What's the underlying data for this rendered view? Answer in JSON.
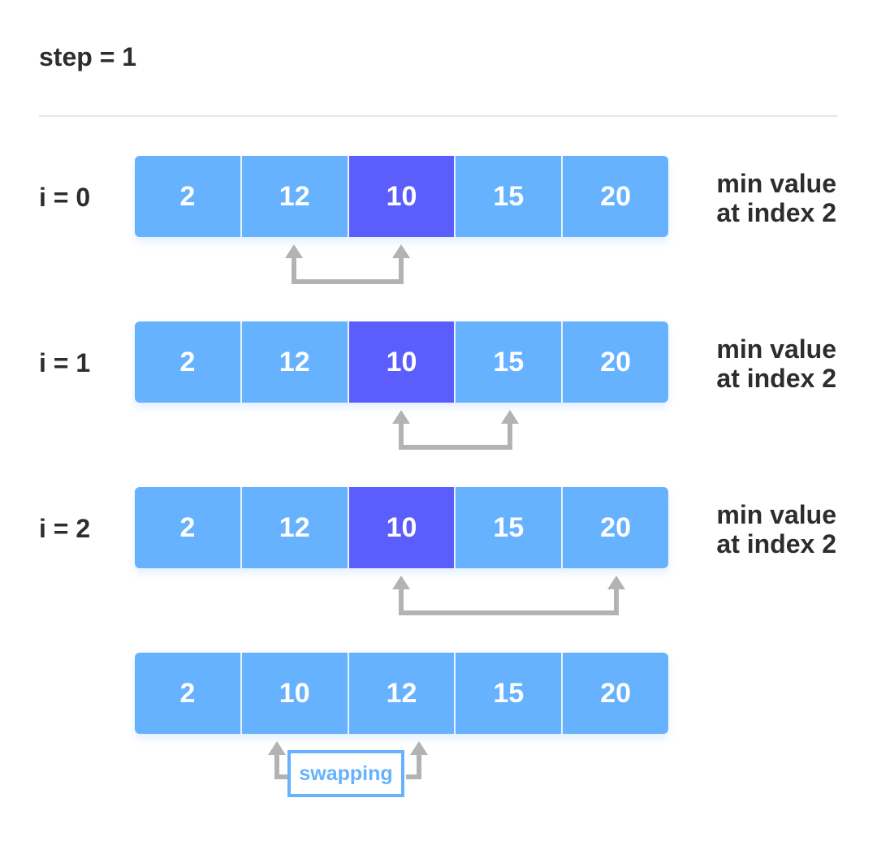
{
  "step_title": "step = 1",
  "colors": {
    "cell": "#66b2ff",
    "highlight": "#5b5efc",
    "arrow": "#b3b3b3",
    "text": "#2d2d2d",
    "swap_label": "#66b2ff"
  },
  "rows": [
    {
      "label": "i = 0",
      "cells": [
        "2",
        "12",
        "10",
        "15",
        "20"
      ],
      "highlight_index": 2,
      "note_line1": "min value",
      "note_line2": "at index 2",
      "compare_indices": [
        1,
        2
      ]
    },
    {
      "label": "i = 1",
      "cells": [
        "2",
        "12",
        "10",
        "15",
        "20"
      ],
      "highlight_index": 2,
      "note_line1": "min value",
      "note_line2": "at index 2",
      "compare_indices": [
        2,
        3
      ]
    },
    {
      "label": "i = 2",
      "cells": [
        "2",
        "12",
        "10",
        "15",
        "20"
      ],
      "highlight_index": 2,
      "note_line1": "min value",
      "note_line2": "at index 2",
      "compare_indices": [
        2,
        4
      ]
    }
  ],
  "result": {
    "cells": [
      "2",
      "10",
      "12",
      "15",
      "20"
    ],
    "swapped_indices": [
      1,
      2
    ],
    "swap_label": "swapping"
  }
}
